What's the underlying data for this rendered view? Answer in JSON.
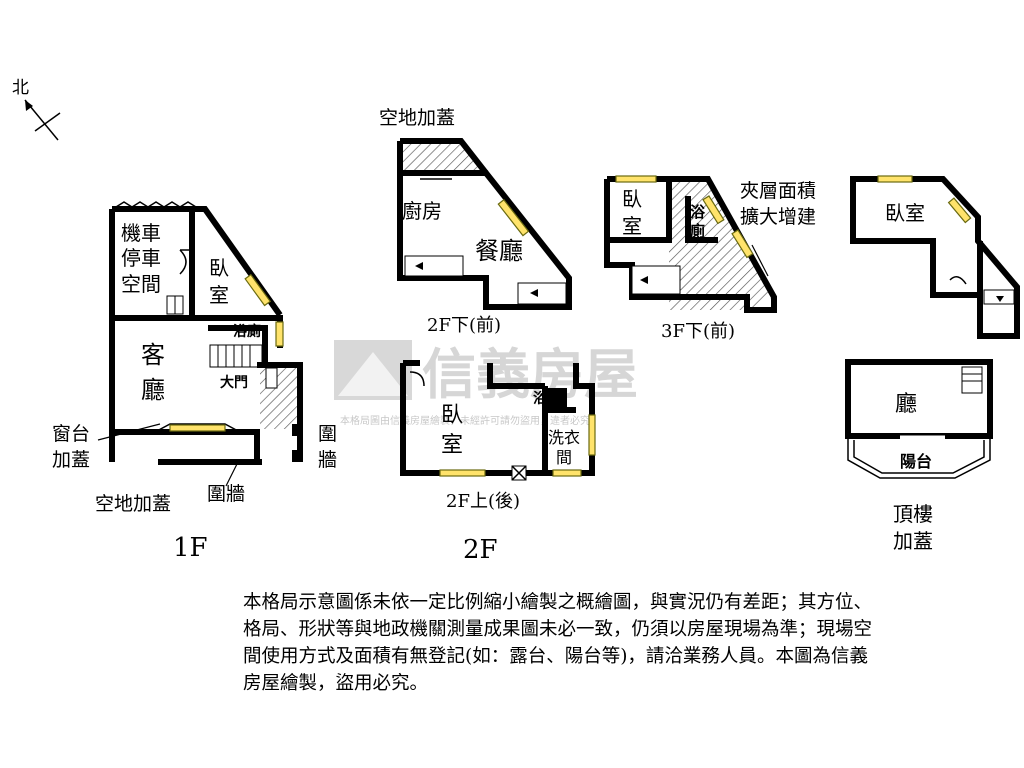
{
  "compass": {
    "north": "北"
  },
  "watermark": {
    "brand": "信義房屋",
    "notice": "本格局圖由信義房屋繪製，未經許可請勿盜用，違者必究"
  },
  "floor_1f": {
    "title": "1F",
    "rooms": {
      "scooter_line1": "機車",
      "scooter_line2": "停車",
      "scooter_line3": "空間",
      "bedroom_line1": "臥",
      "bedroom_line2": "室",
      "bathroom": "浴廁",
      "living_line1": "客",
      "living_line2": "廳",
      "front_door": "大門"
    },
    "callouts": {
      "window_line1": "窗台",
      "window_line2": "加蓋",
      "open_space": "空地加蓋",
      "wall_bottom": "圍牆",
      "wall_side_line1": "圍",
      "wall_side_line2": "牆"
    }
  },
  "floor_2f": {
    "title": "2F",
    "lower": {
      "caption": "2F下(前)",
      "open_space": "空地加蓋",
      "kitchen": "廚房",
      "dining": "餐廳"
    },
    "upper": {
      "caption": "2F上(後)",
      "bedroom_line1": "臥",
      "bedroom_line2": "室",
      "bathroom": "浴廁",
      "laundry_line1": "洗衣",
      "laundry_line2": "間"
    }
  },
  "floor_3f": {
    "caption": "3F下(前)",
    "bedroom_line1": "臥",
    "bedroom_line2": "室",
    "bathroom_line1": "浴",
    "bathroom_line2": "廁",
    "mezzanine_line1": "夾層面積",
    "mezzanine_line2": "擴大增建"
  },
  "floor_3f_upper": {
    "bedroom": "臥室"
  },
  "rooftop": {
    "hall": "廳",
    "balcony": "陽台",
    "title_line1": "頂樓",
    "title_line2": "加蓋"
  },
  "disclaimer": "本格局示意圖係未依一定比例縮小繪製之概繪圖，與實況仍有差距；其方位、格局、形狀等與地政機關測量成果圖未必一致，仍須以房屋現場為準；現場空間使用方式及面積有無登記(如：露台、陽台等)，請洽業務人員。本圖為信義房屋繪製，盜用必究。",
  "colors": {
    "wall": "#000000",
    "window": "#ffe36b",
    "hatch": "#555555",
    "watermark": "#d8d8d8"
  }
}
